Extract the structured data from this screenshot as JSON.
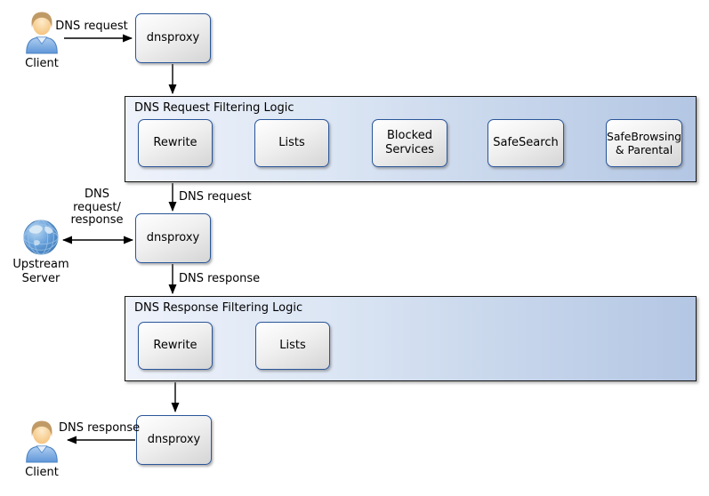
{
  "actors": {
    "client_top": {
      "label": "Client"
    },
    "upstream_server": {
      "label": "Upstream\nServer"
    },
    "client_bottom": {
      "label": "Client"
    }
  },
  "proxies": {
    "top": {
      "label": "dnsproxy"
    },
    "middle": {
      "label": "dnsproxy"
    },
    "bottom": {
      "label": "dnsproxy"
    }
  },
  "containers": {
    "request": {
      "title": "DNS Request Filtering Logic",
      "steps": [
        "Rewrite",
        "Lists",
        "Blocked Services",
        "SafeSearch",
        "SafeBrowsing & Parental"
      ]
    },
    "response": {
      "title": "DNS Response Filtering Logic",
      "steps": [
        "Rewrite",
        "Lists"
      ]
    }
  },
  "edge_labels": {
    "client_to_proxy1": "DNS request",
    "filter_to_proxy2": "DNS request",
    "upstream_link": "DNS\nrequest/\nresponse",
    "proxy2_to_response_filter": "DNS response",
    "proxy3_to_client": "DNS response"
  },
  "colors": {
    "node_border": "#2a5699",
    "group_fill_left": "#eef2fb",
    "group_fill_right": "#b3c6e3",
    "arrow": "#000000"
  }
}
